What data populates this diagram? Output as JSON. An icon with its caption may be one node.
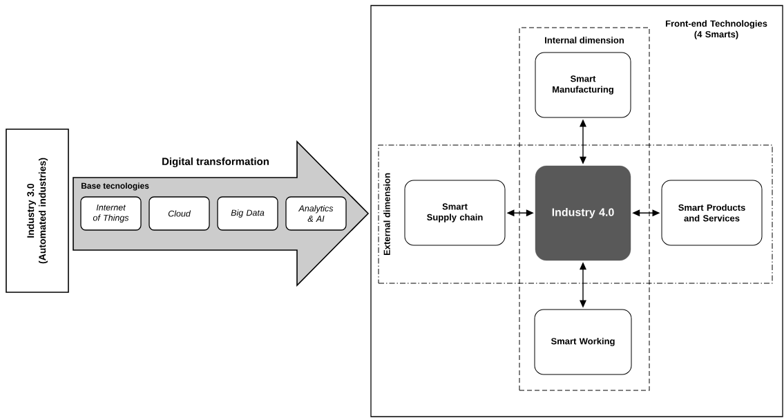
{
  "diagram": {
    "nodes": [
      {
        "text": [
          "Industry 3.0 (Automated industries)"
        ]
      },
      {
        "text": [
          "Digital transformation",
          "Base tecnologies"
        ]
      },
      {
        "text": [
          "Internet of Things"
        ],
        "in": 1
      },
      {
        "text": [
          "Cloud"
        ],
        "in": 1
      },
      {
        "text": [
          "Big Data"
        ],
        "in": 1
      },
      {
        "text": [
          "Analytics & AI"
        ],
        "in": 1
      },
      {
        "text": [
          "Front-end Technologies (4 Smarts)"
        ]
      },
      {
        "text": [
          "Internal dimension"
        ],
        "in": 6
      },
      {
        "text": [
          "External dimension"
        ],
        "in": 6
      },
      {
        "text": [
          "Smart Manufacturing"
        ],
        "in": 7
      },
      {
        "text": [
          "Smart Supply chain"
        ],
        "in": 8
      },
      {
        "text": [
          "Industry 4.0"
        ]
      },
      {
        "text": [
          "Smart Products and Services"
        ],
        "in": 8
      },
      {
        "text": [
          "Smart Working"
        ],
        "in": 7
      }
    ],
    "edges": [
      {
        "from": 9,
        "to": 11,
        "arrow": "both"
      },
      {
        "from": 10,
        "to": 11,
        "arrow": "both"
      },
      {
        "from": 11,
        "to": 12,
        "arrow": "both"
      },
      {
        "from": 11,
        "to": 13,
        "arrow": "both"
      }
    ]
  }
}
